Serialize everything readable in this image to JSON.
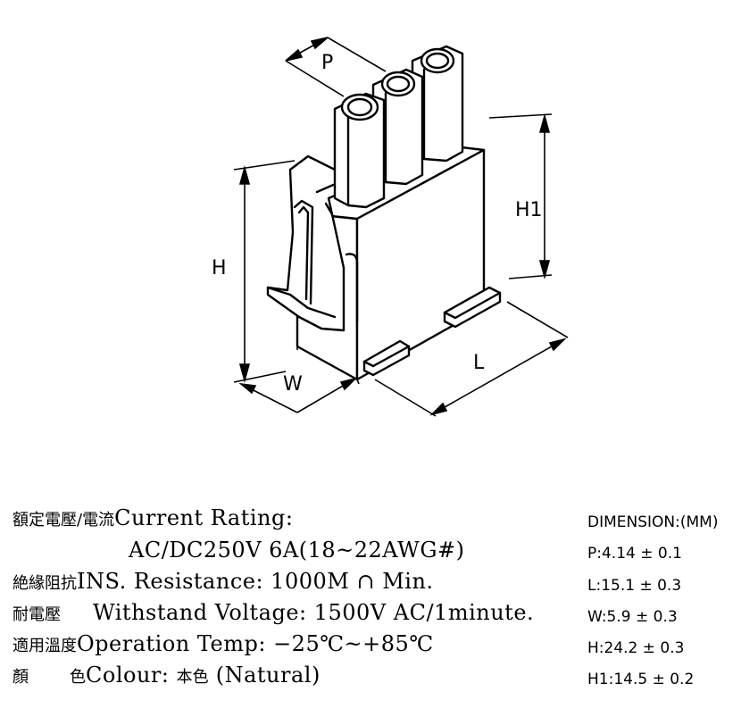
{
  "labels": {
    "p": "P",
    "h": "H",
    "h1": "H1",
    "w": "W",
    "l": "L"
  },
  "specs": {
    "rating_cjk": "額定電壓/電流",
    "rating_eng": "Current  Rating:",
    "rating_value": "AC/DC250V  6A(18~22AWG#)",
    "ins_cjk": "絶緣阻抗",
    "ins_eng": "INS. Resistance: 1000M ∩ Min.",
    "withstand_cjk": "耐電壓",
    "withstand_eng": "Withstand  Voltage: 1500V  AC/1minute.",
    "temp_cjk": "適用溫度",
    "temp_eng": "Operation  Temp: −25℃~+85℃",
    "colour_cjk_1": "顏",
    "colour_cjk_2": "色",
    "colour_eng": "Colour: ",
    "colour_cjk_3": "本色",
    "colour_eng_2": " (Natural)"
  },
  "dimensions": {
    "header": "DIMENSION:(MM)",
    "p": "P:4.14 ± 0.1",
    "l": "L:15.1 ± 0.3",
    "w": "W:5.9 ± 0.3",
    "h": "H:24.2 ± 0.3",
    "h1": "H1:14.5 ± 0.2"
  }
}
